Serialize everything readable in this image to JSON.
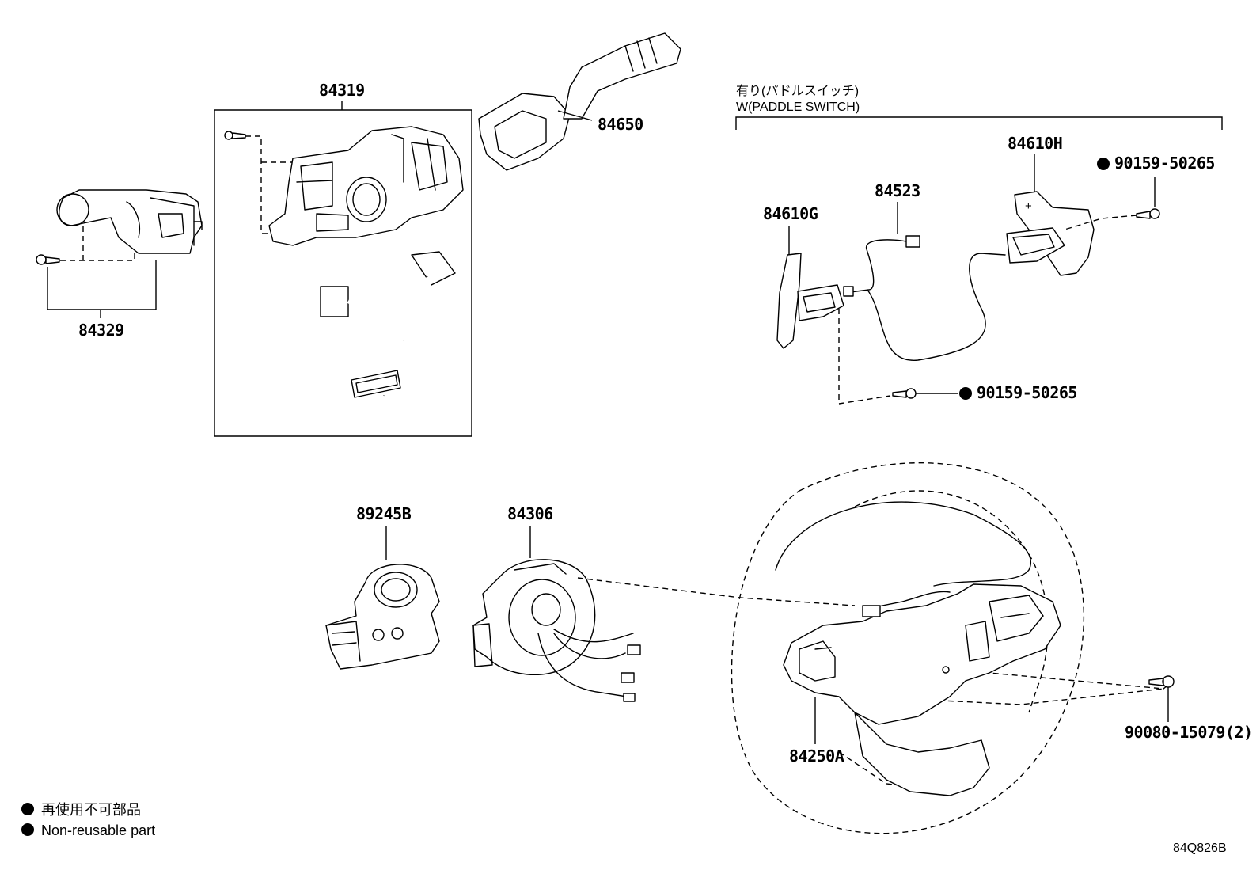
{
  "header": {
    "paddle_jp": "有り(パドルスイッチ)",
    "paddle_en": "W(PADDLE SWITCH)"
  },
  "parts": {
    "p84319": "84319",
    "p84650": "84650",
    "p84329": "84329",
    "p84610G": "84610G",
    "p84523": "84523",
    "p84610H": "84610H",
    "p90159a": "90159-50265",
    "p90159b": "90159-50265",
    "p89245B": "89245B",
    "p84306": "84306",
    "p84250A": "84250A",
    "p90080": "90080-15079(2)"
  },
  "legend": {
    "jp": "再使用不可部品",
    "en": "Non-reusable part"
  },
  "diagram_code": "84Q826B"
}
